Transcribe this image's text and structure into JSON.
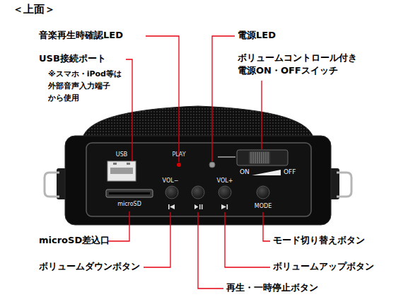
{
  "diagram": {
    "title": "＜上面＞",
    "labels": [
      "音楽再生時確認LED",
      "USB接続ポート",
      "※スマホ・iPod等は 外部音声入力端子 から使用",
      "microSD差込口",
      "ボリュームダウンボタン",
      "電源LED",
      "ボリュームコントロール付き 電源ON・OFFスイッチ",
      "モード切り替えボタン",
      "ボリュームアップボタン",
      "再生・一時停止ボタン",
      "USB",
      "PLAY",
      "microSD",
      "VOL−",
      "VOL+",
      "MODE",
      "ON",
      "OFF"
    ]
  }
}
